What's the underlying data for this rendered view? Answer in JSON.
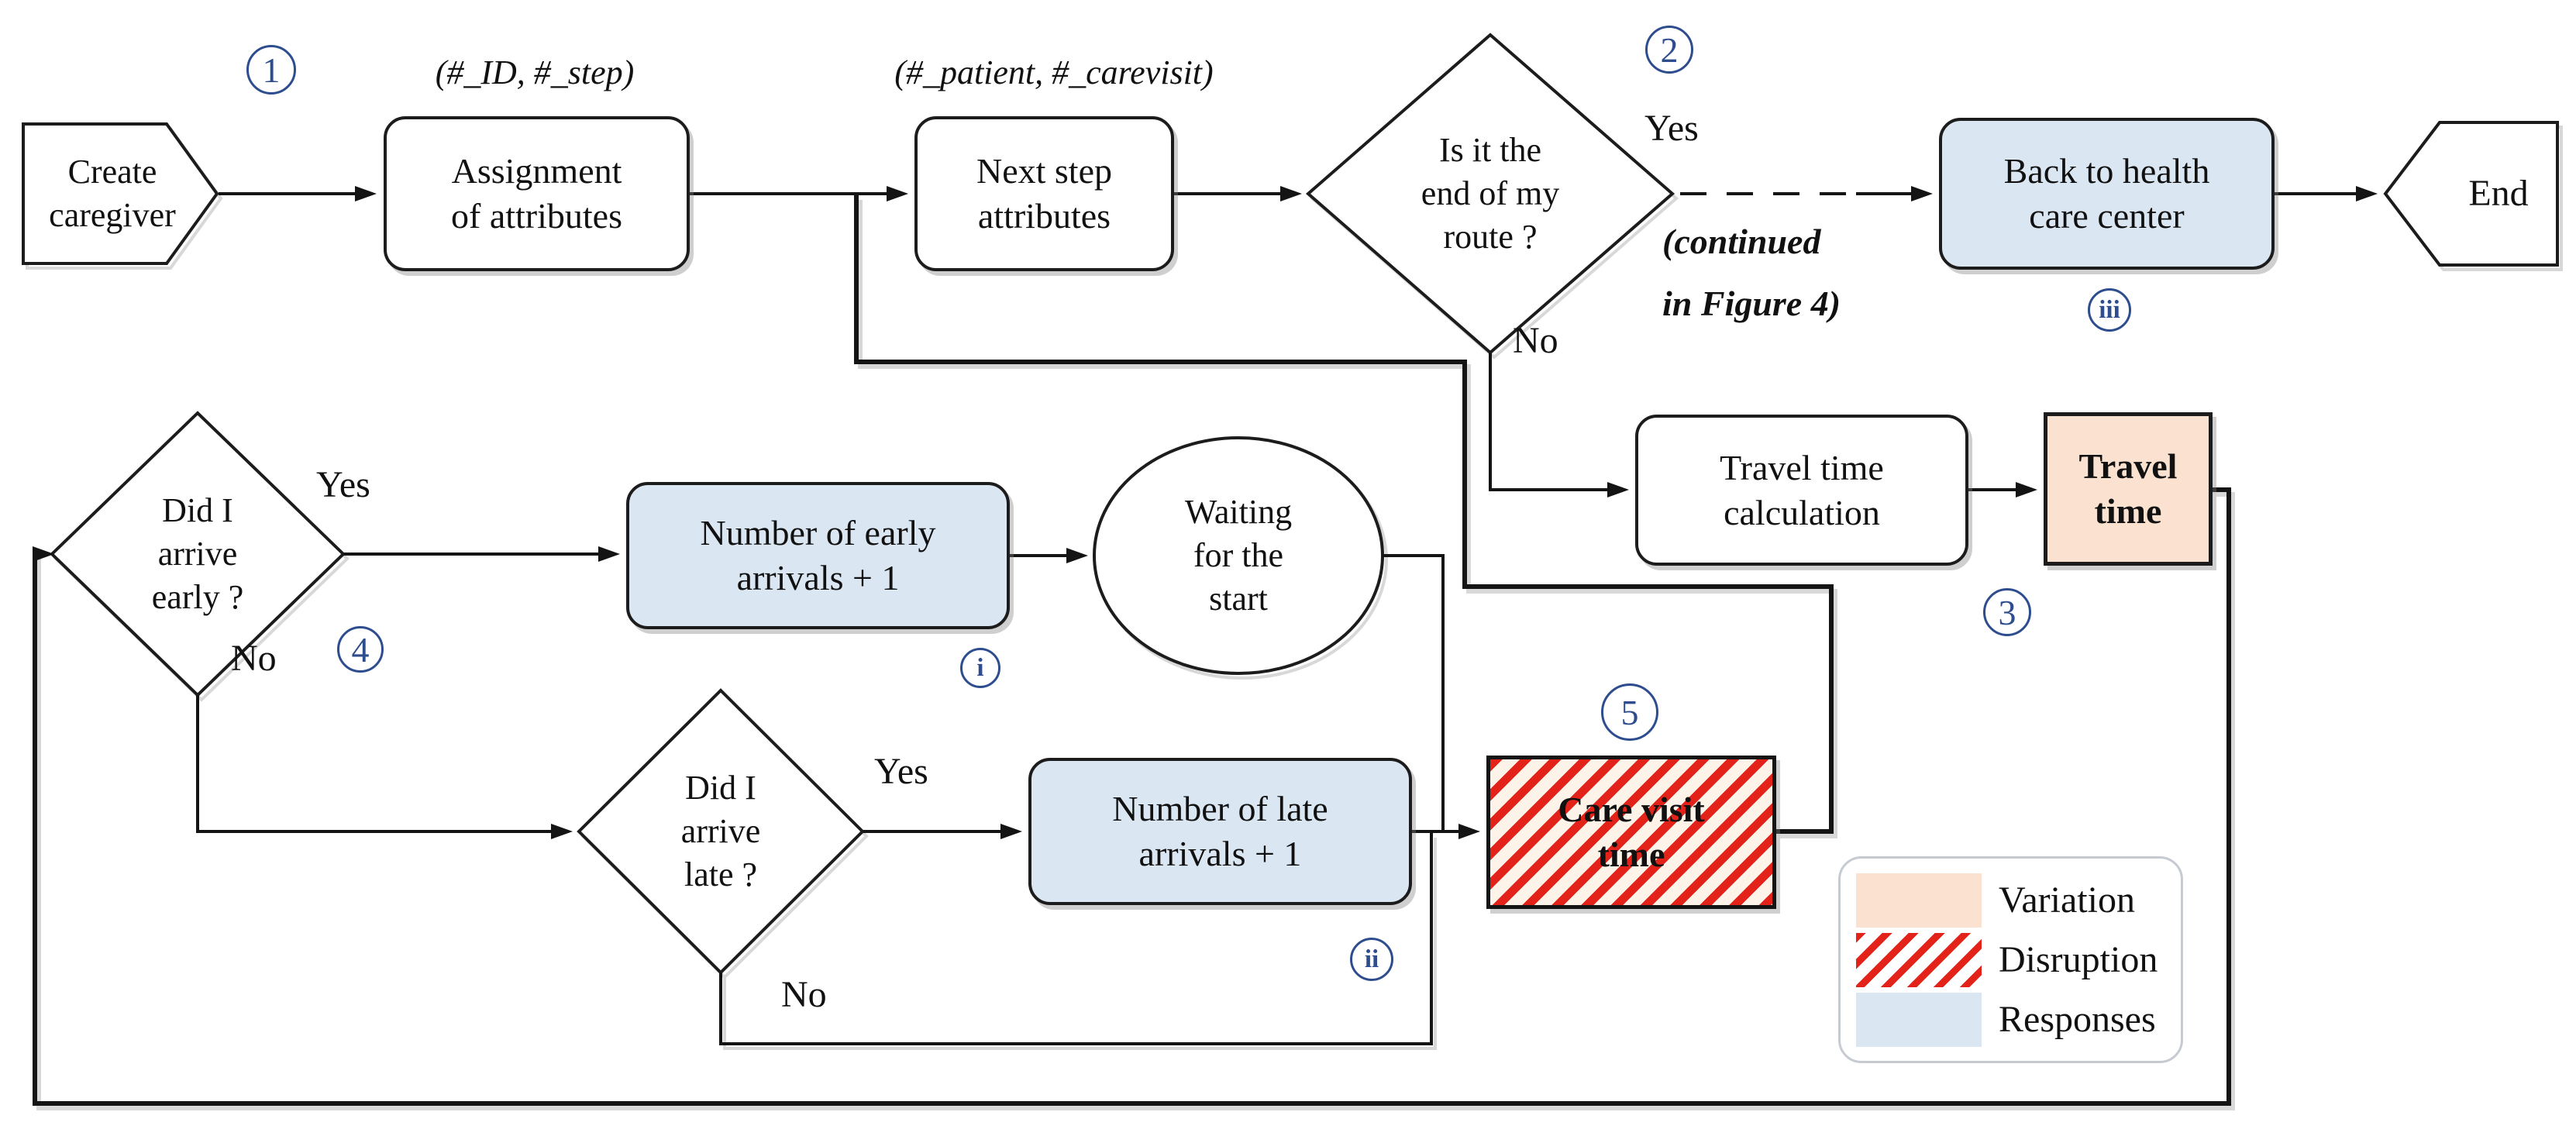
{
  "figure": {
    "colors": {
      "response_fill": "#dae6f2",
      "variation_fill": "#fbe2d0",
      "disruption_red": "#e3231a",
      "annotation_blue": "#2e4d8e",
      "line": "#1c1c1c"
    },
    "nodes": {
      "create": {
        "label": "Create\ncaregiver"
      },
      "assignment": {
        "label": "Assignment\nof attributes",
        "annotation": "(#_ID, #_step)"
      },
      "next_step": {
        "label": "Next step\nattributes",
        "annotation": "(#_patient, #_carevisit)"
      },
      "route_decision": {
        "label": "Is it the\nend of my\nroute ?",
        "yes": "Yes",
        "no": "No"
      },
      "continued_note": "(continued\nin Figure 4)",
      "back_to_center": {
        "label": "Back to health\ncare center"
      },
      "end": {
        "label": "End"
      },
      "travel_calc": {
        "label": "Travel time\ncalculation"
      },
      "travel_time": {
        "label": "Travel\ntime"
      },
      "early_decision": {
        "label": "Did I\narrive\nearly ?",
        "yes": "Yes",
        "no": "No"
      },
      "early_count": {
        "label": "Number of early\narrivals + 1"
      },
      "waiting": {
        "label": "Waiting\nfor the\nstart"
      },
      "late_decision": {
        "label": "Did I\narrive\nlate ?",
        "yes": "Yes",
        "no": "No"
      },
      "late_count": {
        "label": "Number of late\narrivals + 1"
      },
      "care_visit": {
        "label": "Care visit\ntime"
      }
    },
    "markers": {
      "step1": "1",
      "step2": "2",
      "step3": "3",
      "step4": "4",
      "step5": "5",
      "resp_i": "i",
      "resp_ii": "ii",
      "resp_iii": "iii"
    },
    "legend": {
      "variation": "Variation",
      "disruption": "Disruption",
      "responses": "Responses"
    }
  }
}
